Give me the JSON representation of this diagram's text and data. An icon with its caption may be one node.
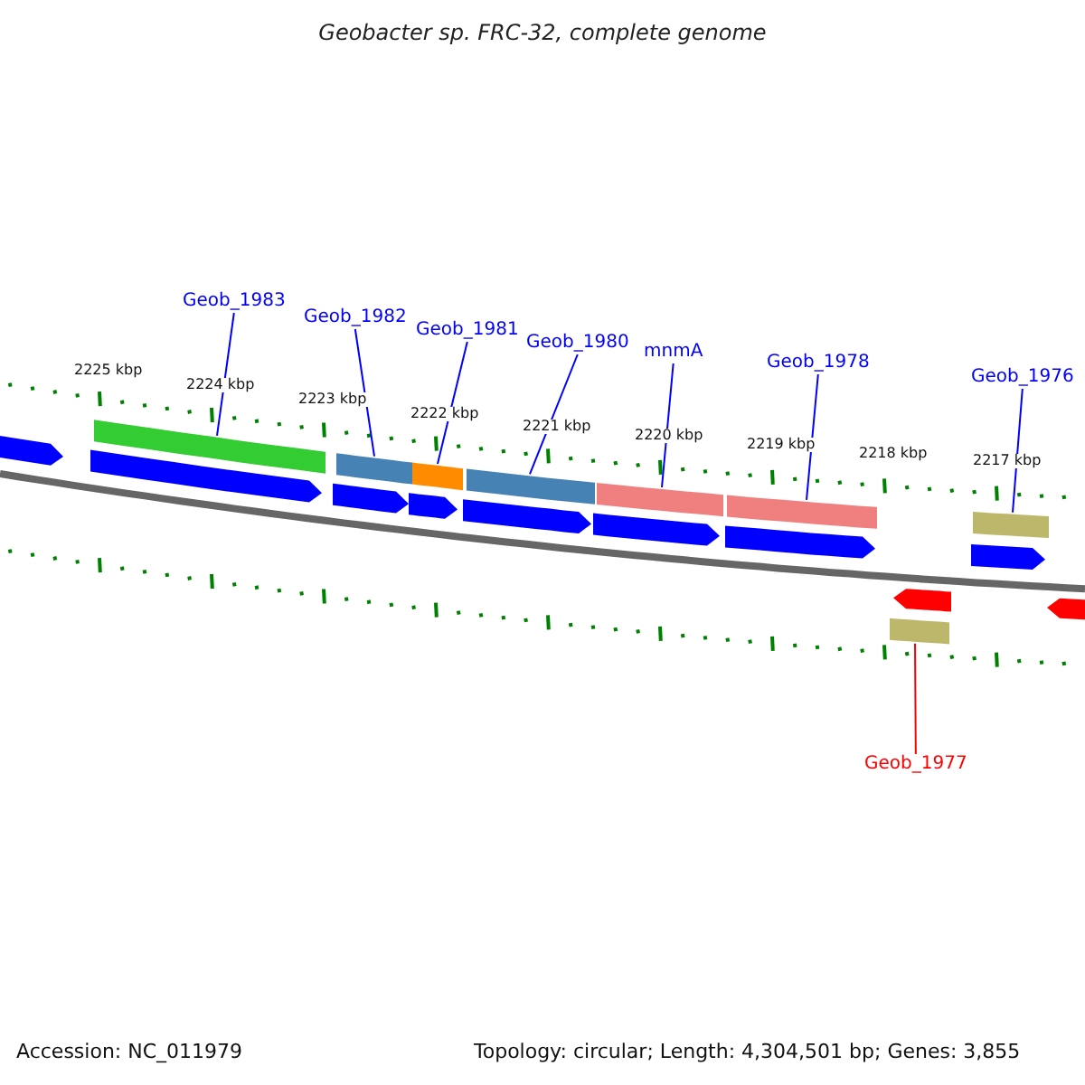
{
  "diagram": {
    "title": "Geobacter sp. FRC-32, complete genome",
    "nodes": [
      {
        "text": [
          "Geob_1983"
        ]
      },
      {
        "text": [
          "Geob_1982"
        ]
      },
      {
        "text": [
          "Geob_1981"
        ]
      },
      {
        "text": [
          "Geob_1980"
        ]
      },
      {
        "text": [
          "mnmA"
        ]
      },
      {
        "text": [
          "Geob_1978"
        ]
      },
      {
        "text": [
          "Geob_1976"
        ]
      },
      {
        "text": [
          "Geob_1977"
        ]
      },
      {
        "text": [],
        "shape": "bar"
      },
      {
        "text": [],
        "shape": "bar"
      },
      {
        "text": [],
        "shape": "bar"
      },
      {
        "text": [],
        "shape": "bar"
      },
      {
        "text": [],
        "shape": "bar"
      },
      {
        "text": [],
        "shape": "bar"
      },
      {
        "text": [],
        "shape": "bar"
      },
      {
        "text": [],
        "shape": "bar"
      },
      {
        "text": [],
        "shape": "bar"
      },
      {
        "text": [],
        "shape": "bar"
      },
      {
        "text": [],
        "shape": "bar"
      },
      {
        "text": [],
        "shape": "bar"
      },
      {
        "text": [],
        "shape": "bar"
      },
      {
        "text": [],
        "shape": "bar"
      },
      {
        "text": [],
        "shape": "bar"
      },
      {
        "text": [],
        "shape": "bar"
      },
      {
        "text": [],
        "shape": "bar"
      },
      {
        "text": [],
        "shape": "bar"
      }
    ],
    "edges": [
      {
        "from": 0,
        "to": 8,
        "arrow": "none"
      },
      {
        "from": 1,
        "to": 9,
        "arrow": "none"
      },
      {
        "from": 2,
        "to": 10,
        "arrow": "none"
      },
      {
        "from": 3,
        "to": 11,
        "arrow": "none"
      },
      {
        "from": 4,
        "to": 12,
        "arrow": "none"
      },
      {
        "from": 5,
        "to": 13,
        "arrow": "none"
      },
      {
        "from": 6,
        "to": 14,
        "arrow": "none"
      },
      {
        "from": 7,
        "to": 15,
        "arrow": "none",
        "color": "#ff0000"
      }
    ],
    "labels": [
      "2225 kbp",
      "2224 kbp",
      "2223 kbp",
      "2222 kbp",
      "2221 kbp",
      "2220 kbp",
      "2219 kbp",
      "2218 kbp",
      "2217 kbp",
      "Accession: NC_011979",
      "Topology: circular; Length: 4,304,501 bp; Genes: 3,855"
    ]
  }
}
